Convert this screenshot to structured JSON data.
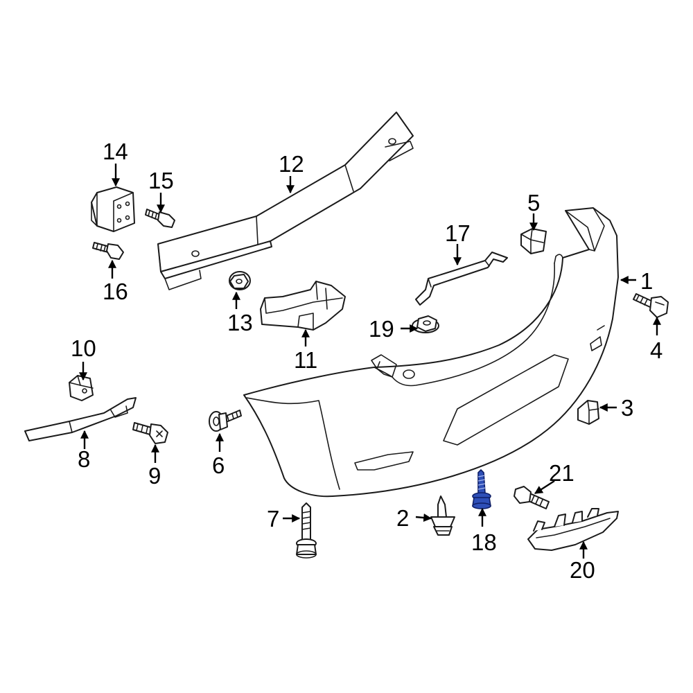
{
  "colors": {
    "line": "#1a1a1a",
    "highlight": "#2e4fb7",
    "background": "#ffffff"
  },
  "callouts": {
    "c1": "1",
    "c2": "2",
    "c3": "3",
    "c4": "4",
    "c5": "5",
    "c6": "6",
    "c7": "7",
    "c8": "8",
    "c9": "9",
    "c10": "10",
    "c11": "11",
    "c12": "12",
    "c13": "13",
    "c14": "14",
    "c15": "15",
    "c16": "16",
    "c17": "17",
    "c18": "18",
    "c19": "19",
    "c20": "20",
    "c21": "21"
  },
  "highlighted_part": "18"
}
